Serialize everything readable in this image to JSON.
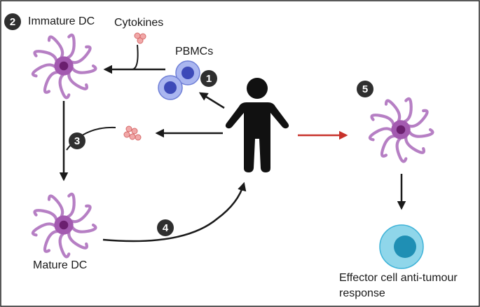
{
  "labels": {
    "immature_dc": "Immature DC",
    "cytokines": "Cytokines",
    "pbmcs": "PBMCs",
    "mature_dc": "Mature DC",
    "effector_line1": "Effector cell anti-tumour",
    "effector_line2": "response"
  },
  "steps": [
    "1",
    "2",
    "3",
    "4",
    "5"
  ],
  "icons": [
    "human-figure-icon",
    "dendritic-cell-icon",
    "pbmc-cell-icon",
    "cytokine-cluster-icon",
    "effector-cell-icon"
  ],
  "colors": {
    "dc_arm": "#b67fc4",
    "dc_body": "#a35ab0",
    "dc_nucleus": "#6b1f6f",
    "pbmc": "#7f8fe0",
    "pbmc_nucleus": "#3d4ab8",
    "cytokine": "#e58a8a",
    "effector_outer": "#56bfe0",
    "effector_inner": "#1f8fb4",
    "arrow": "#1a1a1a",
    "arrow_red": "#c8322b",
    "step_badge": "#2f2f2f",
    "frame": "#222222"
  }
}
